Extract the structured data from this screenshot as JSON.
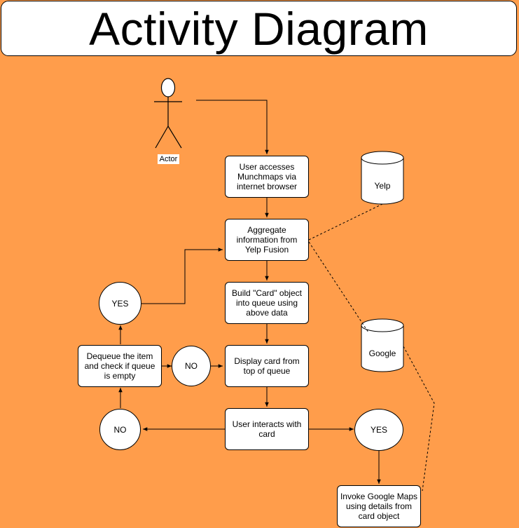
{
  "title": "Activity Diagram",
  "actor": {
    "label": "Actor"
  },
  "nodes": {
    "access": "User accesses Munchmaps via internet browser",
    "aggregate": "Aggregate information from Yelp Fusion",
    "build": "Build \"Card\" object into queue using above data",
    "display": "Display card from top of queue",
    "interact": "User interacts with card",
    "dequeue": "Dequeue the item and check if queue is empty",
    "invoke": "Invoke Google Maps using details from card object"
  },
  "decisions": {
    "yes_top": "YES",
    "no_middle": "NO",
    "no_bottom": "NO",
    "yes_right": "YES"
  },
  "databases": {
    "yelp": "Yelp",
    "google": "Google"
  },
  "colors": {
    "background": "#FF9D4B",
    "node_fill": "#ffffff",
    "stroke": "#000000"
  }
}
